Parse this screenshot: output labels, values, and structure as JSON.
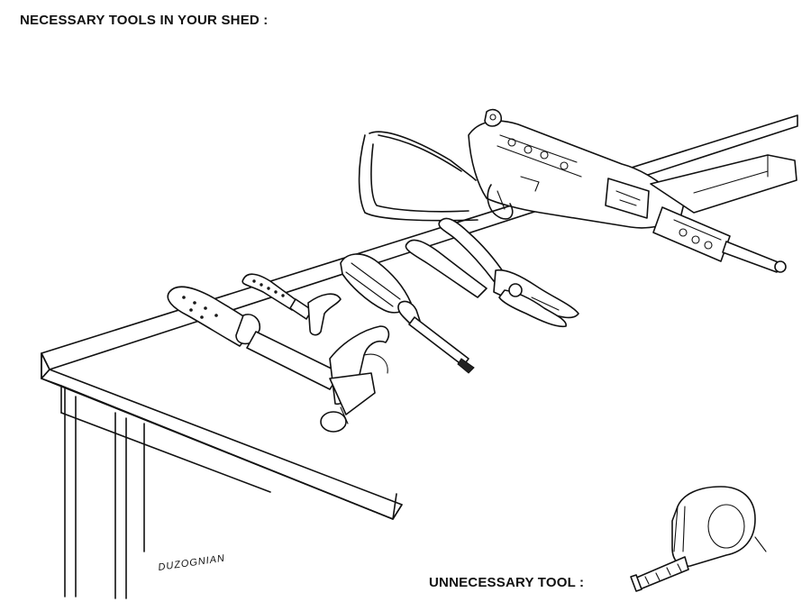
{
  "title": "NECESSARY  TOOLS IN YOUR SHED :",
  "bottom_caption": "UNNECESSARY TOOL :",
  "signature": "DUZOGNIAN",
  "icons": [
    "workbench",
    "submachine-gun-icon",
    "pliers-icon",
    "screwdriver-icon",
    "small-hammer-icon",
    "claw-hammer-icon",
    "tape-measure-icon"
  ],
  "colors": {
    "ink": "#111111",
    "background": "#ffffff"
  }
}
